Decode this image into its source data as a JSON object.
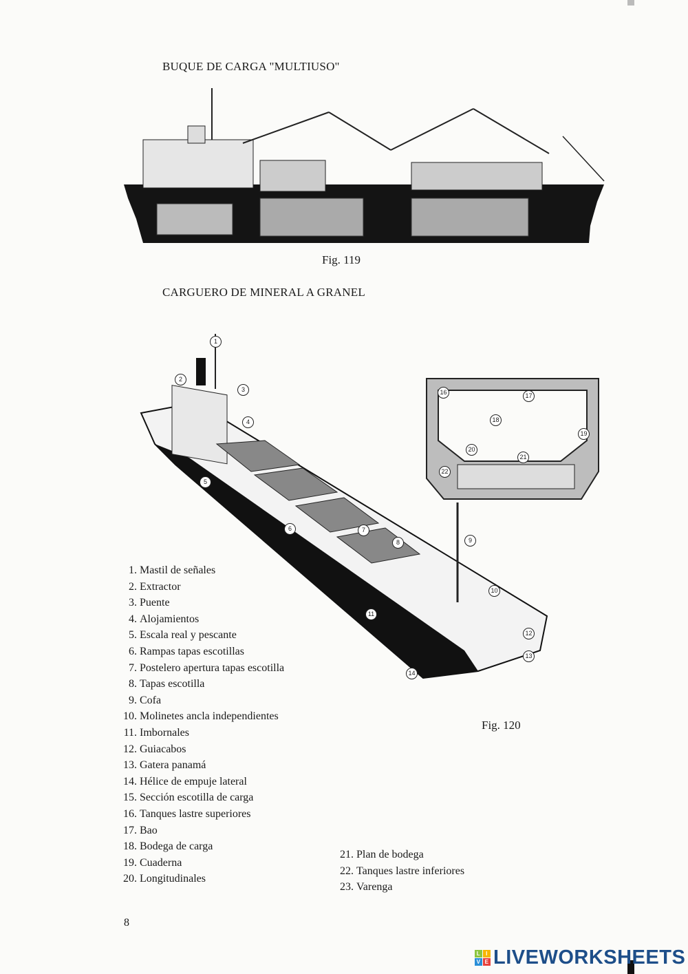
{
  "fig119": {
    "title": "BUQUE DE CARGA \"MULTIUSO\"",
    "caption": "Fig. 119"
  },
  "fig120": {
    "title": "CARGUERO DE MINERAL A GRANEL",
    "caption": "Fig. 120",
    "callouts": [
      "1",
      "2",
      "3",
      "4",
      "5",
      "6",
      "7",
      "8",
      "9",
      "10",
      "11",
      "12",
      "13",
      "14",
      "16",
      "17",
      "18",
      "19",
      "20",
      "21",
      "22"
    ]
  },
  "legend": [
    {
      "n": "1.",
      "label": "Mastil de señales"
    },
    {
      "n": "2.",
      "label": "Extractor"
    },
    {
      "n": "3.",
      "label": "Puente"
    },
    {
      "n": "4.",
      "label": "Alojamientos"
    },
    {
      "n": "5.",
      "label": "Escala real y pescante"
    },
    {
      "n": "6.",
      "label": "Rampas tapas escotillas"
    },
    {
      "n": "7.",
      "label": "Postelero apertura tapas escotilla"
    },
    {
      "n": "8.",
      "label": "Tapas escotilla"
    },
    {
      "n": "9.",
      "label": "Cofa"
    },
    {
      "n": "10.",
      "label": "Molinetes ancla independientes"
    },
    {
      "n": "11.",
      "label": "Imbornales"
    },
    {
      "n": "12.",
      "label": "Guiacabos"
    },
    {
      "n": "13.",
      "label": "Gatera panamá"
    },
    {
      "n": "14.",
      "label": "Hélice de empuje lateral"
    },
    {
      "n": "15.",
      "label": "Sección escotilla de carga"
    },
    {
      "n": "16.",
      "label": "Tanques lastre superiores"
    },
    {
      "n": "17.",
      "label": "Bao"
    },
    {
      "n": "18.",
      "label": "Bodega de carga"
    },
    {
      "n": "19.",
      "label": "Cuaderna"
    },
    {
      "n": "20.",
      "label": "Longitudinales"
    }
  ],
  "legend2": [
    {
      "n": "21.",
      "label": "Plan de bodega"
    },
    {
      "n": "22.",
      "label": "Tanques lastre inferiores"
    },
    {
      "n": "23.",
      "label": "Varenga"
    }
  ],
  "page_number": "8",
  "brand": {
    "tiles": [
      "L",
      "I",
      "V",
      "E"
    ],
    "name": "LIVEWORKSHEETS",
    "color": "#1d4e89"
  }
}
